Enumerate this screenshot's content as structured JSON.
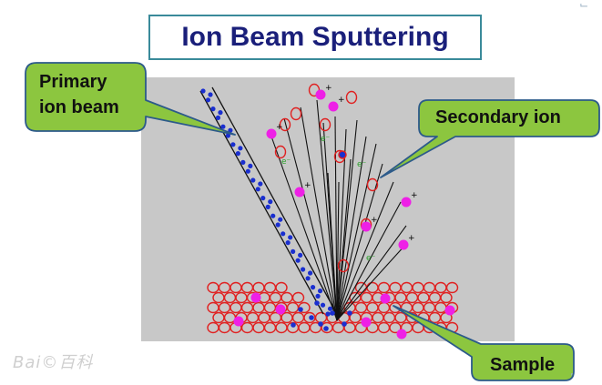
{
  "title": "Ion Beam Sputtering",
  "callouts": {
    "primary": "Primary\nion beam",
    "secondary": "Secondary ion",
    "sample": "Sample"
  },
  "electron_label": "e⁻",
  "ion_sign": "+",
  "watermark": "Bai©百科",
  "corner_mark_top": "⌙",
  "corner_mark_bottom": "’",
  "colors": {
    "panel": "#c8c8c8",
    "callout_fill": "#8cc63f",
    "callout_stroke": "#2c5a8a",
    "title_text": "#1a1f7a",
    "title_border": "#3a8a9a",
    "blue_ion": "#1a2fd0",
    "magenta_ion": "#ee20e6",
    "red_atom": "#e02020",
    "electron": "#2aa02a"
  }
}
